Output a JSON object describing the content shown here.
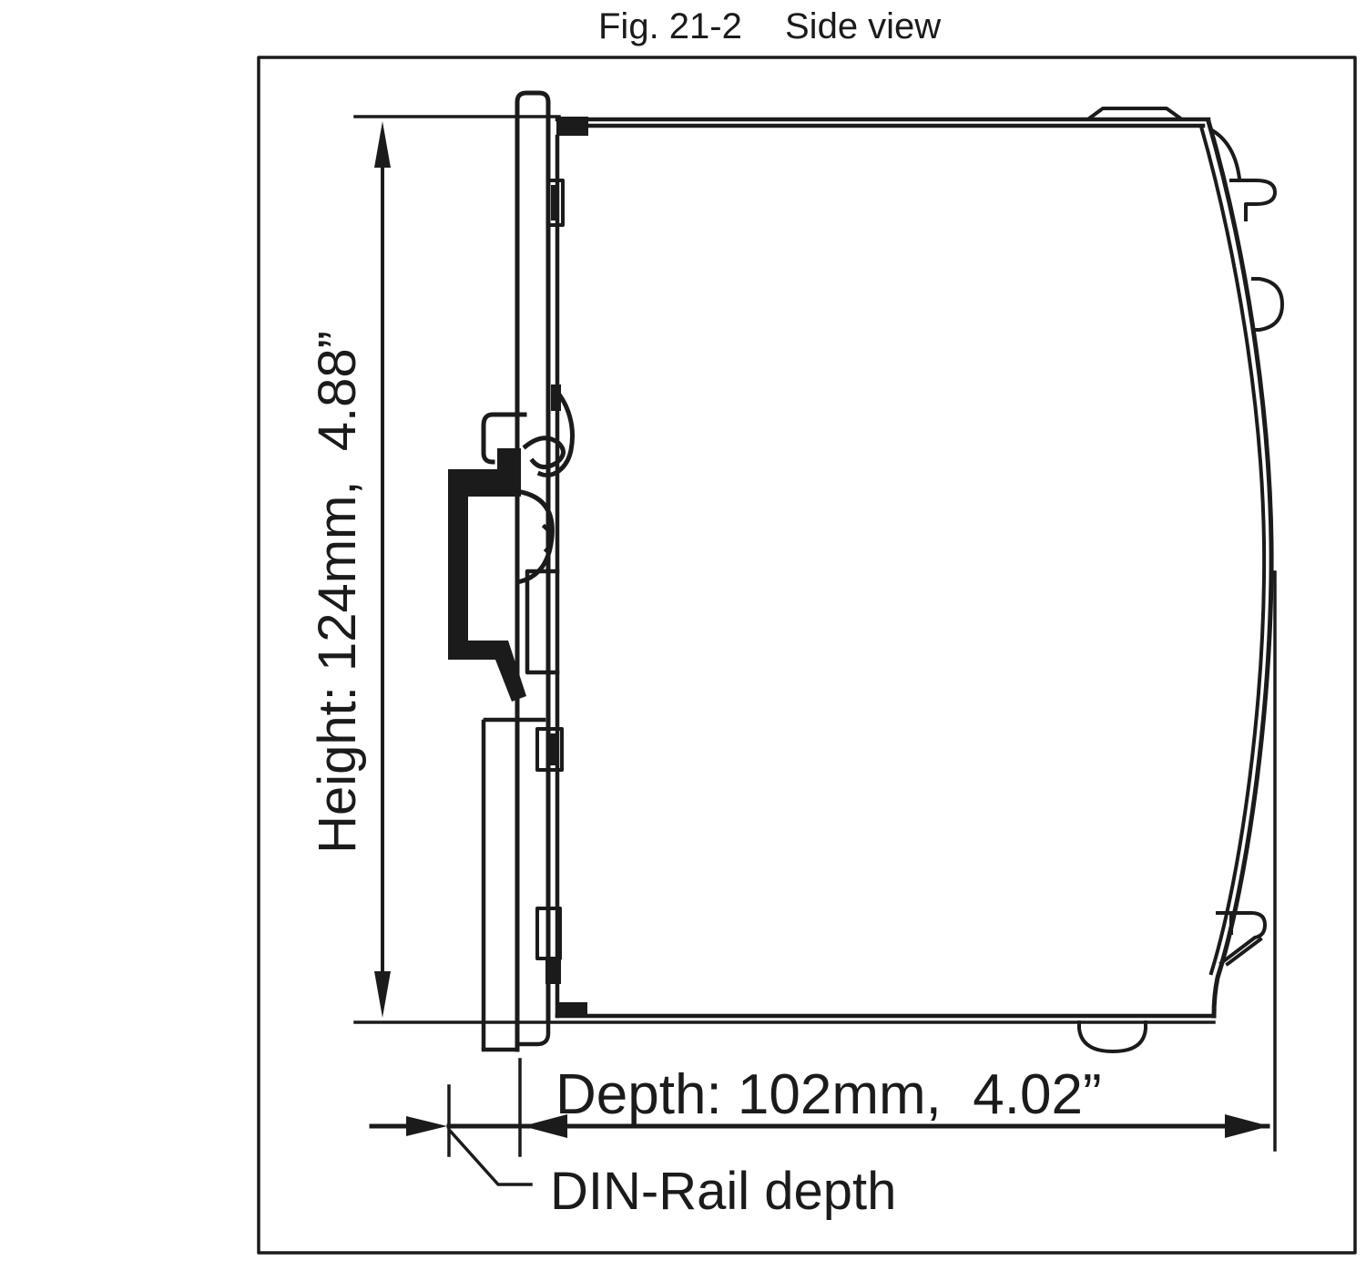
{
  "figure": {
    "fig_label": "Fig. 21-2",
    "fig_title": "Side view"
  },
  "dimensions": {
    "height_label": "Height: 124mm,  4.88”",
    "depth_label": "Depth: 102mm,  4.02”",
    "din_rail_label": "DIN-Rail depth"
  },
  "colors": {
    "line": "#1b1b1b",
    "background": "#ffffff"
  }
}
